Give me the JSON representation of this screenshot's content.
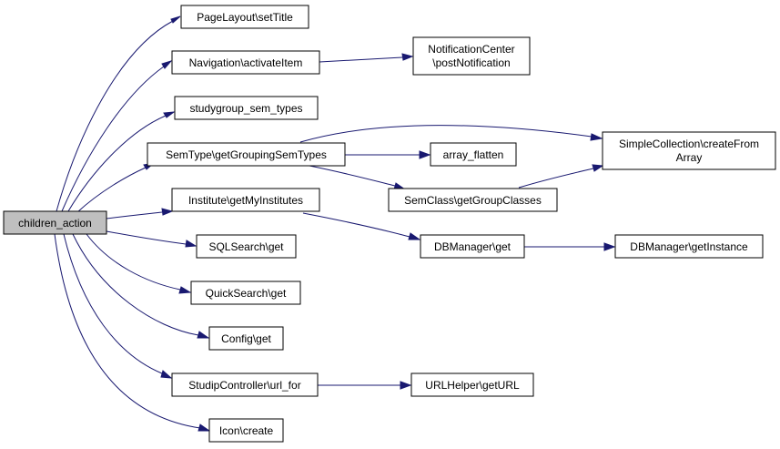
{
  "colors": {
    "node_fill": "#ffffff",
    "root_fill": "#bfbfbf",
    "node_border": "#000000",
    "edge": "#191970"
  },
  "nodes": {
    "root": {
      "label": "children_action"
    },
    "pagelayout_settitle": {
      "label": "PageLayout\\setTitle"
    },
    "navigation_activateitem": {
      "label": "Navigation\\activateItem"
    },
    "notificationcenter_postnotification": {
      "lines": [
        "NotificationCenter",
        "\\postNotification"
      ]
    },
    "studygroup_sem_types": {
      "label": "studygroup_sem_types"
    },
    "semtype_getgroupingsemtypes": {
      "label": "SemType\\getGroupingSemTypes"
    },
    "array_flatten": {
      "label": "array_flatten"
    },
    "simplecollection_createfromarray": {
      "lines": [
        "SimpleCollection\\createFrom",
        "Array"
      ]
    },
    "semclass_getgroupclasses": {
      "label": "SemClass\\getGroupClasses"
    },
    "institute_getmyinstitutes": {
      "label": "Institute\\getMyInstitutes"
    },
    "dbmanager_get": {
      "label": "DBManager\\get"
    },
    "dbmanager_getinstance": {
      "label": "DBManager\\getInstance"
    },
    "sqlsearch_get": {
      "label": "SQLSearch\\get"
    },
    "quicksearch_get": {
      "label": "QuickSearch\\get"
    },
    "config_get": {
      "label": "Config\\get"
    },
    "studipcontroller_url_for": {
      "label": "StudipController\\url_for"
    },
    "urlhelper_geturl": {
      "label": "URLHelper\\getURL"
    },
    "icon_create": {
      "label": "Icon\\create"
    }
  },
  "edges": [
    {
      "from": "root",
      "to": "pagelayout_settitle"
    },
    {
      "from": "root",
      "to": "navigation_activateitem"
    },
    {
      "from": "navigation_activateitem",
      "to": "notificationcenter_postnotification"
    },
    {
      "from": "root",
      "to": "studygroup_sem_types"
    },
    {
      "from": "root",
      "to": "semtype_getgroupingsemtypes"
    },
    {
      "from": "semtype_getgroupingsemtypes",
      "to": "simplecollection_createfromarray"
    },
    {
      "from": "semtype_getgroupingsemtypes",
      "to": "array_flatten"
    },
    {
      "from": "semtype_getgroupingsemtypes",
      "to": "semclass_getgroupclasses"
    },
    {
      "from": "semclass_getgroupclasses",
      "to": "simplecollection_createfromarray"
    },
    {
      "from": "root",
      "to": "institute_getmyinstitutes"
    },
    {
      "from": "institute_getmyinstitutes",
      "to": "dbmanager_get"
    },
    {
      "from": "dbmanager_get",
      "to": "dbmanager_getinstance"
    },
    {
      "from": "root",
      "to": "sqlsearch_get"
    },
    {
      "from": "root",
      "to": "quicksearch_get"
    },
    {
      "from": "root",
      "to": "config_get"
    },
    {
      "from": "root",
      "to": "studipcontroller_url_for"
    },
    {
      "from": "studipcontroller_url_for",
      "to": "urlhelper_geturl"
    },
    {
      "from": "root",
      "to": "icon_create"
    }
  ]
}
